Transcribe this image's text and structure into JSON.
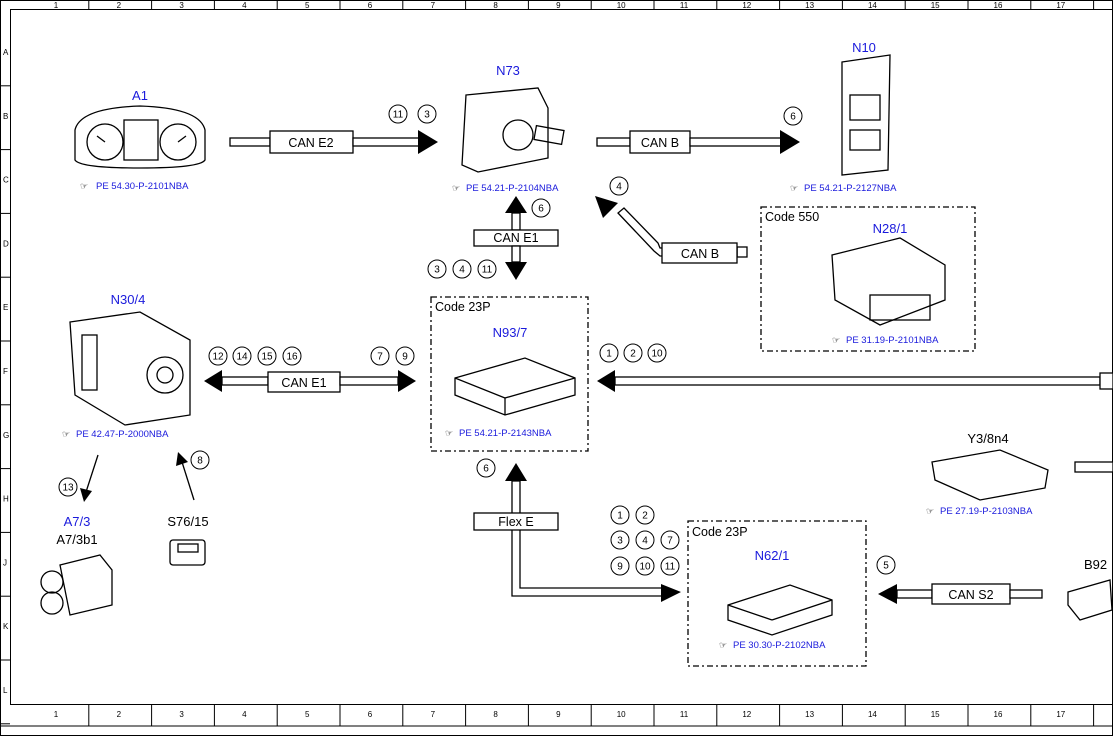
{
  "ruler": {
    "columns": [
      "1",
      "2",
      "3",
      "4",
      "5",
      "6",
      "7",
      "8",
      "9",
      "10",
      "11",
      "12",
      "13",
      "14",
      "15",
      "16",
      "17"
    ],
    "rows": [
      "A",
      "B",
      "C",
      "D",
      "E",
      "F",
      "G",
      "H",
      "J",
      "K",
      "L"
    ]
  },
  "components": {
    "a1": {
      "id": "A1",
      "ref": "PE 54.30-P-2101NBA"
    },
    "n73": {
      "id": "N73",
      "ref": "PE 54.21-P-2104NBA"
    },
    "n10": {
      "id": "N10",
      "ref": "PE 54.21-P-2127NBA"
    },
    "n28": {
      "id": "N28/1",
      "ref": "PE 31.19-P-2101NBA",
      "code": "Code 550"
    },
    "n30": {
      "id": "N30/4",
      "ref": "PE 42.47-P-2000NBA"
    },
    "n93": {
      "id": "N93/7",
      "ref": "PE 54.21-P-2143NBA",
      "code": "Code 23P"
    },
    "y3": {
      "id": "Y3/8n4",
      "ref": "PE 27.19-P-2103NBA"
    },
    "a7": {
      "id": "A7/3",
      "sub": "A7/3b1"
    },
    "s76": {
      "id": "S76/15"
    },
    "n62": {
      "id": "N62/1",
      "ref": "PE 30.30-P-2102NBA",
      "code": "Code 23P"
    },
    "b92": {
      "id": "B92"
    }
  },
  "buses": {
    "can_e2": "CAN E2",
    "can_b_top": "CAN B",
    "can_e1_vertical": "CAN E1",
    "can_b_diag": "CAN B",
    "can_e1_left": "CAN E1",
    "flex_e": "Flex E",
    "can_s2": "CAN S2"
  },
  "markers": {
    "m11a": "11",
    "m3a": "3",
    "m6a": "6",
    "m6b": "6",
    "m4a": "4",
    "m3b": "3",
    "m4b": "4",
    "m11b": "11",
    "m12": "12",
    "m14": "14",
    "m15": "15",
    "m16": "16",
    "m7a": "7",
    "m9a": "9",
    "m1a": "1",
    "m2a": "2",
    "m10a": "10",
    "m13": "13",
    "m8": "8",
    "m6c": "6",
    "m1b": "1",
    "m2b": "2",
    "m3c": "3",
    "m4c": "4",
    "m7b": "7",
    "m9b": "9",
    "m10b": "10",
    "m11c": "11",
    "m5": "5"
  },
  "colors": {
    "component_id": "#1a1adc",
    "lines": "#000000"
  }
}
